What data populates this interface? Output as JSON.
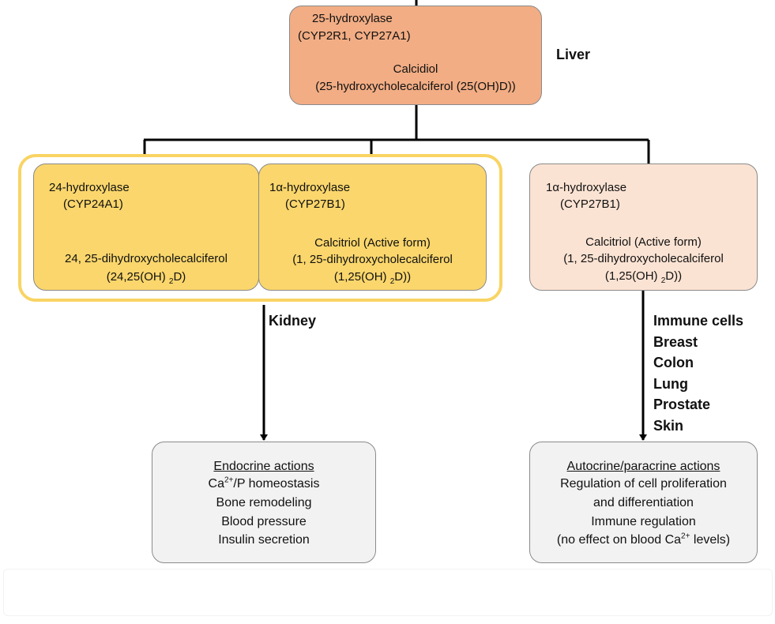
{
  "colors": {
    "liver_box": "#f2ad84",
    "kidney_box": "#fad66c",
    "kidney_group_border": "#f9d463",
    "tissue_box": "#fbe3d3",
    "action_box": "#f2f2f2",
    "arrow": "#000000"
  },
  "liver": {
    "enzyme": "25-hydroxylase",
    "enzyme_genes": "(CYP2R1, CYP27A1)",
    "product": "Calcidiol",
    "product_full": "(25-hydroxycholecalciferol (25(OH)D))",
    "organ_label": "Liver"
  },
  "kidney": {
    "organ_label": "Kidney",
    "left": {
      "enzyme": "24-hydroxylase",
      "enzyme_gene": "(CYP24A1)",
      "product": "24, 25-dihydroxycholecalciferol",
      "formula_pre": "(24,25(OH) ",
      "formula_sub": "2",
      "formula_post": "D)"
    },
    "right": {
      "enzyme": "1α-hydroxylase",
      "enzyme_gene": "(CYP27B1)",
      "product": "Calcitriol (Active form)",
      "product_full": "(1, 25-dihydroxycholecalciferol",
      "formula_pre": "(1,25(OH) ",
      "formula_sub": "2",
      "formula_post": "D))"
    }
  },
  "tissue": {
    "enzyme": "1α-hydroxylase",
    "enzyme_gene": "(CYP27B1)",
    "product": "Calcitriol (Active form)",
    "product_full": "(1, 25-dihydroxycholecalciferol",
    "formula_pre": "(1,25(OH) ",
    "formula_sub": "2",
    "formula_post": "D))",
    "sites": [
      "Immune cells",
      "Breast",
      "Colon",
      "Lung",
      "Prostate",
      "Skin"
    ]
  },
  "endocrine": {
    "title": "Endocrine actions",
    "ca_pre": "Ca",
    "ca_sup": "2+",
    "ca_post": "/P homeostasis",
    "items": [
      "Bone remodeling",
      "Blood pressure",
      "Insulin secretion"
    ]
  },
  "autocrine": {
    "title": "Autocrine/paracrine actions",
    "items": [
      "Regulation of cell proliferation",
      "and differentiation",
      "Immune regulation"
    ],
    "last_pre": "(no effect on blood Ca",
    "last_sup": "2+",
    "last_post": " levels)"
  }
}
